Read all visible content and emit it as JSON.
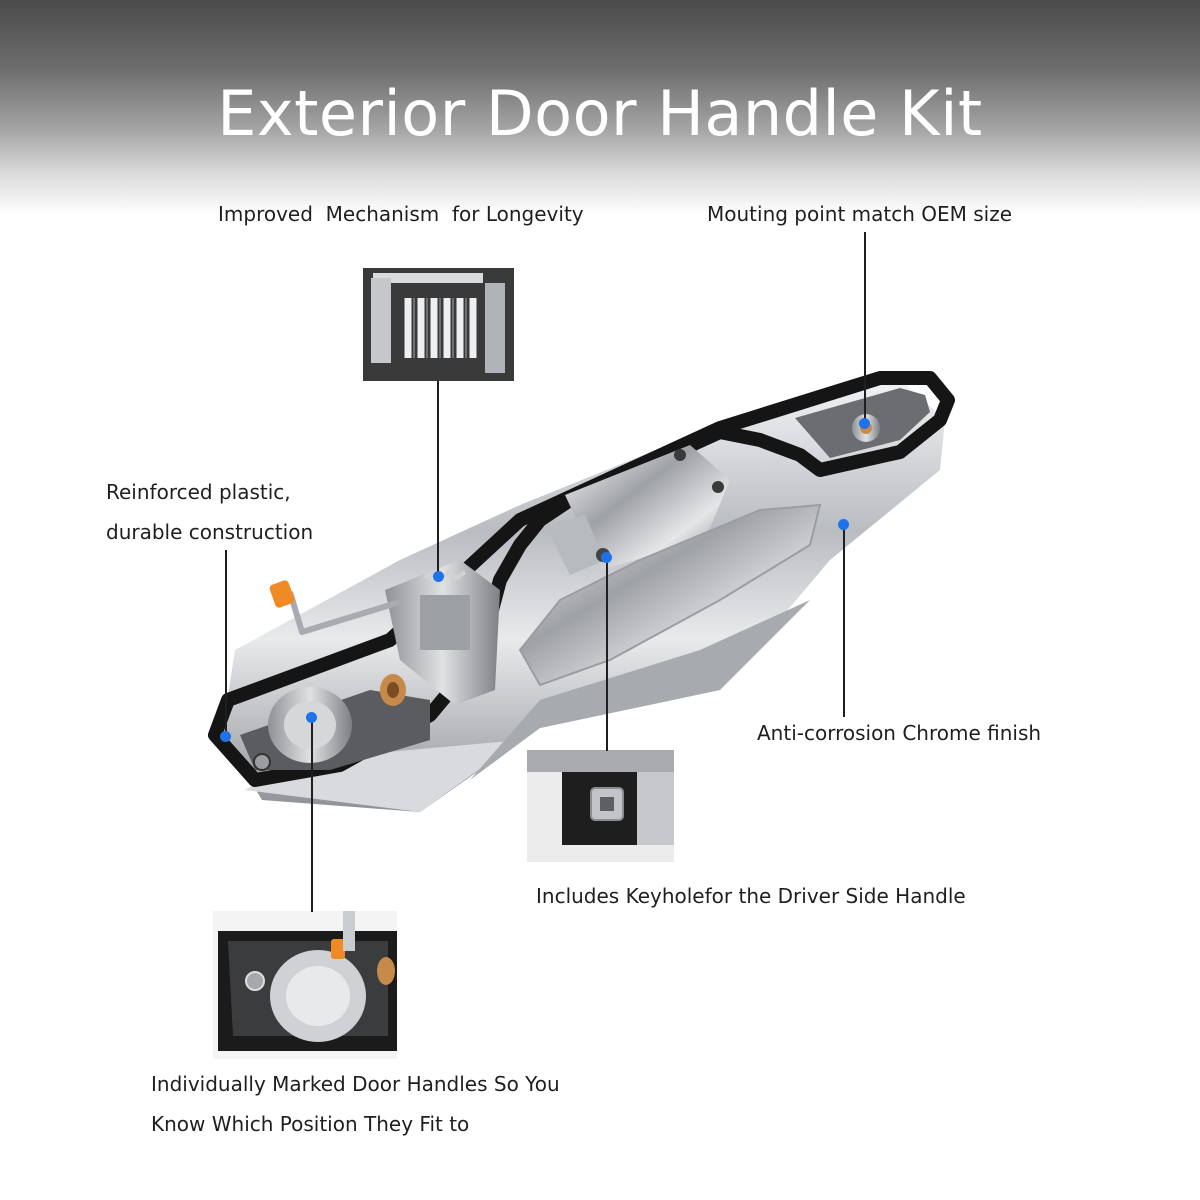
{
  "title": "Exterior Door Handle Kit",
  "callouts": {
    "mechanism": "Improved  Mechanism  for Longevity",
    "mounting": "Mouting point match OEM size",
    "plastic_line1": "Reinforced plastic,",
    "plastic_line2": "durable construction",
    "chrome": "Anti-corrosion Chrome finish",
    "keyhole": "Includes Keyholefor the Driver Side Handle",
    "marked_line1": "Individually Marked Door Handles So You",
    "marked_line2": "Know Which Position They Fit to"
  },
  "colors": {
    "accent_dot": "#1e73e8",
    "chrome": "#c9ccd0",
    "gasket": "#1a1a1a",
    "orange_clip": "#f08a24"
  }
}
